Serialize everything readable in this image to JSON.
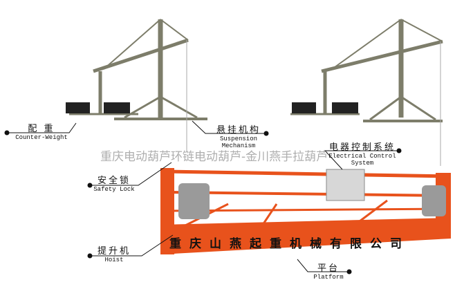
{
  "labels": {
    "counterweight": {
      "cn": "配 重",
      "en": "Counter-Weight"
    },
    "suspension": {
      "cn": "悬挂机构",
      "en": "Suspension Mechanism"
    },
    "electrical": {
      "cn": "电器控制系统",
      "en": "Electrical Control System"
    },
    "safety_lock": {
      "cn": "安全锁",
      "en": "Safety Lock"
    },
    "hoist": {
      "cn": "提升机",
      "en": "Hoist"
    },
    "platform": {
      "cn": "平台",
      "en": "Platform"
    }
  },
  "brand_text": "重庆山燕起重机械有限公司",
  "watermark": "重庆电动葫芦环链电动葫芦-金川燕手拉葫芦",
  "colors": {
    "platform": "#e8521c",
    "frame": "#8a8a78",
    "weight": "#222222"
  }
}
